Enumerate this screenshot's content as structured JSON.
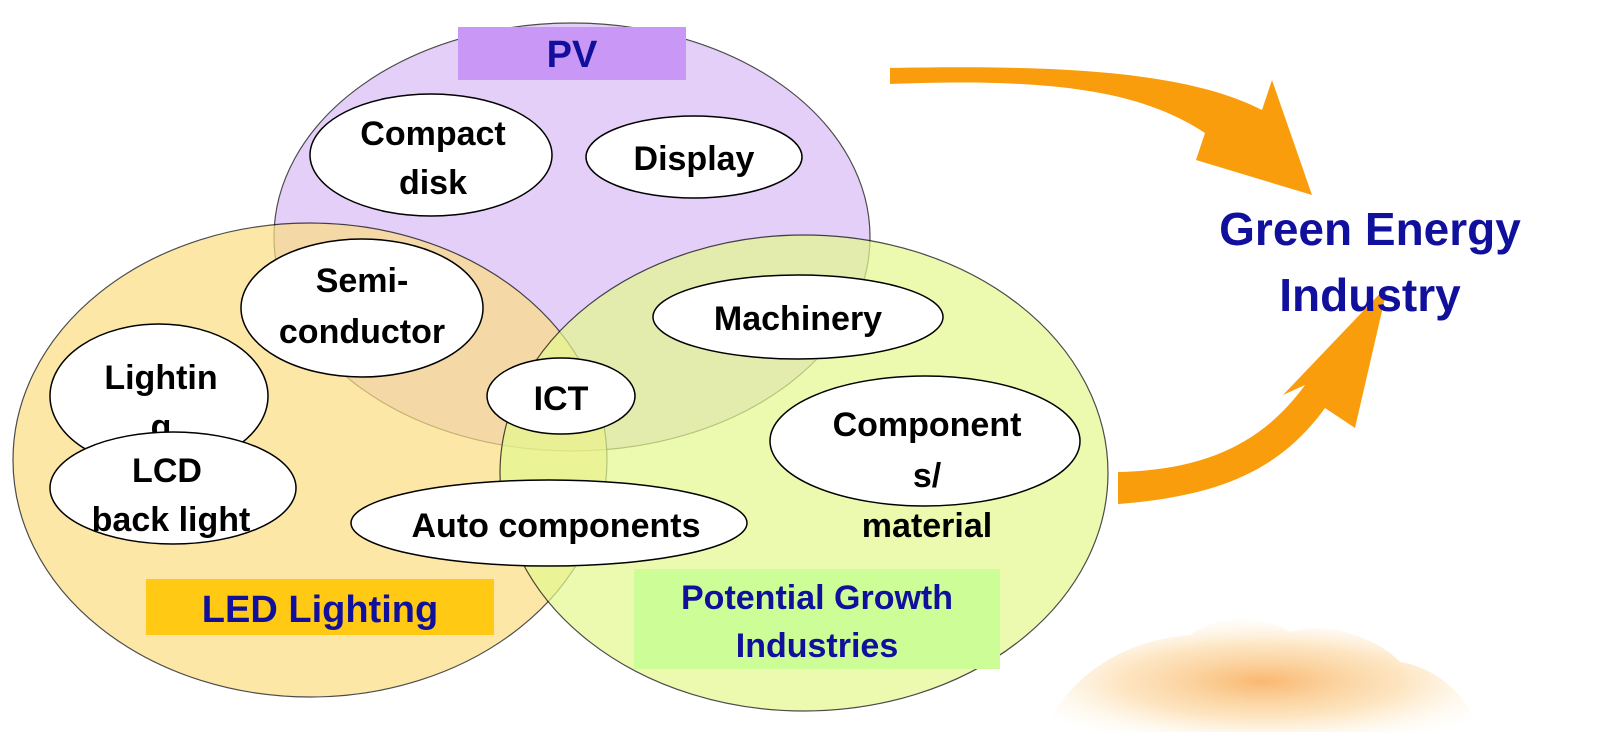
{
  "colors": {
    "pv_fill": "#d9bcf6",
    "pv_label_bg": "#c997f5",
    "led_fill": "#fbdd82",
    "led_label_bg": "#ffc914",
    "growth_fill": "#e3f98e",
    "growth_label_bg": "#ccfd97",
    "arrow": "#f99d0d",
    "title_text": "#10109c",
    "node_fill": "#ffffff",
    "node_text": "#000000"
  },
  "circles": {
    "pv": {
      "label": "PV"
    },
    "led": {
      "label": "LED Lighting"
    },
    "growth": {
      "label_line1": "Potential Growth",
      "label_line2": "Industries"
    }
  },
  "nodes": {
    "compact_disk": {
      "line1": "Compact",
      "line2": "disk"
    },
    "display": {
      "text": "Display"
    },
    "semiconductor": {
      "line1": "Semi-",
      "line2": "conductor"
    },
    "machinery": {
      "text": "Machinery"
    },
    "ict": {
      "text": "ICT"
    },
    "lighting": {
      "line1": "Lightin",
      "line2": "g"
    },
    "lcd_back_light": {
      "line1": "LCD",
      "line2": "back light"
    },
    "auto_components": {
      "text": "Auto components"
    },
    "components_material": {
      "line1": "Component",
      "line2": "s/",
      "line3": "material"
    }
  },
  "target": {
    "line1": "Green Energy",
    "line2": "Industry"
  },
  "decoration": {
    "sun_icon": "sun-icon"
  }
}
